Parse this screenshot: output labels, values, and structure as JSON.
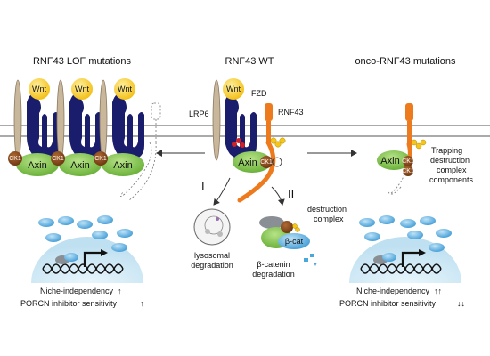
{
  "panels": {
    "left_title": "RNF43 LOF mutations",
    "center_title": "RNF43 WT",
    "right_title": "onco-RNF43 mutations"
  },
  "labels": {
    "wnt": "Wnt",
    "axin": "Axin",
    "ck1": "CK1",
    "lrp6": "LRP6",
    "fzd": "FZD",
    "rnf43": "RNF43",
    "path_one": "I",
    "path_two": "II",
    "lysosomal_line1": "lysosomal",
    "lysosomal_line2": "degradation",
    "destruction_line1": "destruction",
    "destruction_line2": "complex",
    "bcat": "β-cat",
    "bcat_deg_line1": "β-catenin",
    "bcat_deg_line2": "degradation",
    "trap_line1": "Trapping",
    "trap_line2": "destruction",
    "trap_line3": "complex",
    "trap_line4": "components"
  },
  "outcomes": {
    "left_line1": "Niche-independency",
    "left_arrow1": "↑",
    "left_line2": "PORCN inhibitor sensitivity",
    "left_arrow2": "↑",
    "right_line1": "Niche-independency",
    "right_arrow1": "↑↑",
    "right_line2": "PORCN inhibitor sensitivity",
    "right_arrow2": "↓↓"
  },
  "colors": {
    "wnt": "#f5c518",
    "receptor": "#1a1d6b",
    "lrp6": "#c9b79c",
    "rnf43": "#ee7a1e",
    "axin": "#7cc242",
    "ck1": "#8a4b1c",
    "phospho_red": "#d0202a",
    "ubiquitin": "#f5c518",
    "nucleus_blue": "#cfe9f6",
    "bcat_blue": "#4aa7dc",
    "grey": "#8a8f95"
  }
}
